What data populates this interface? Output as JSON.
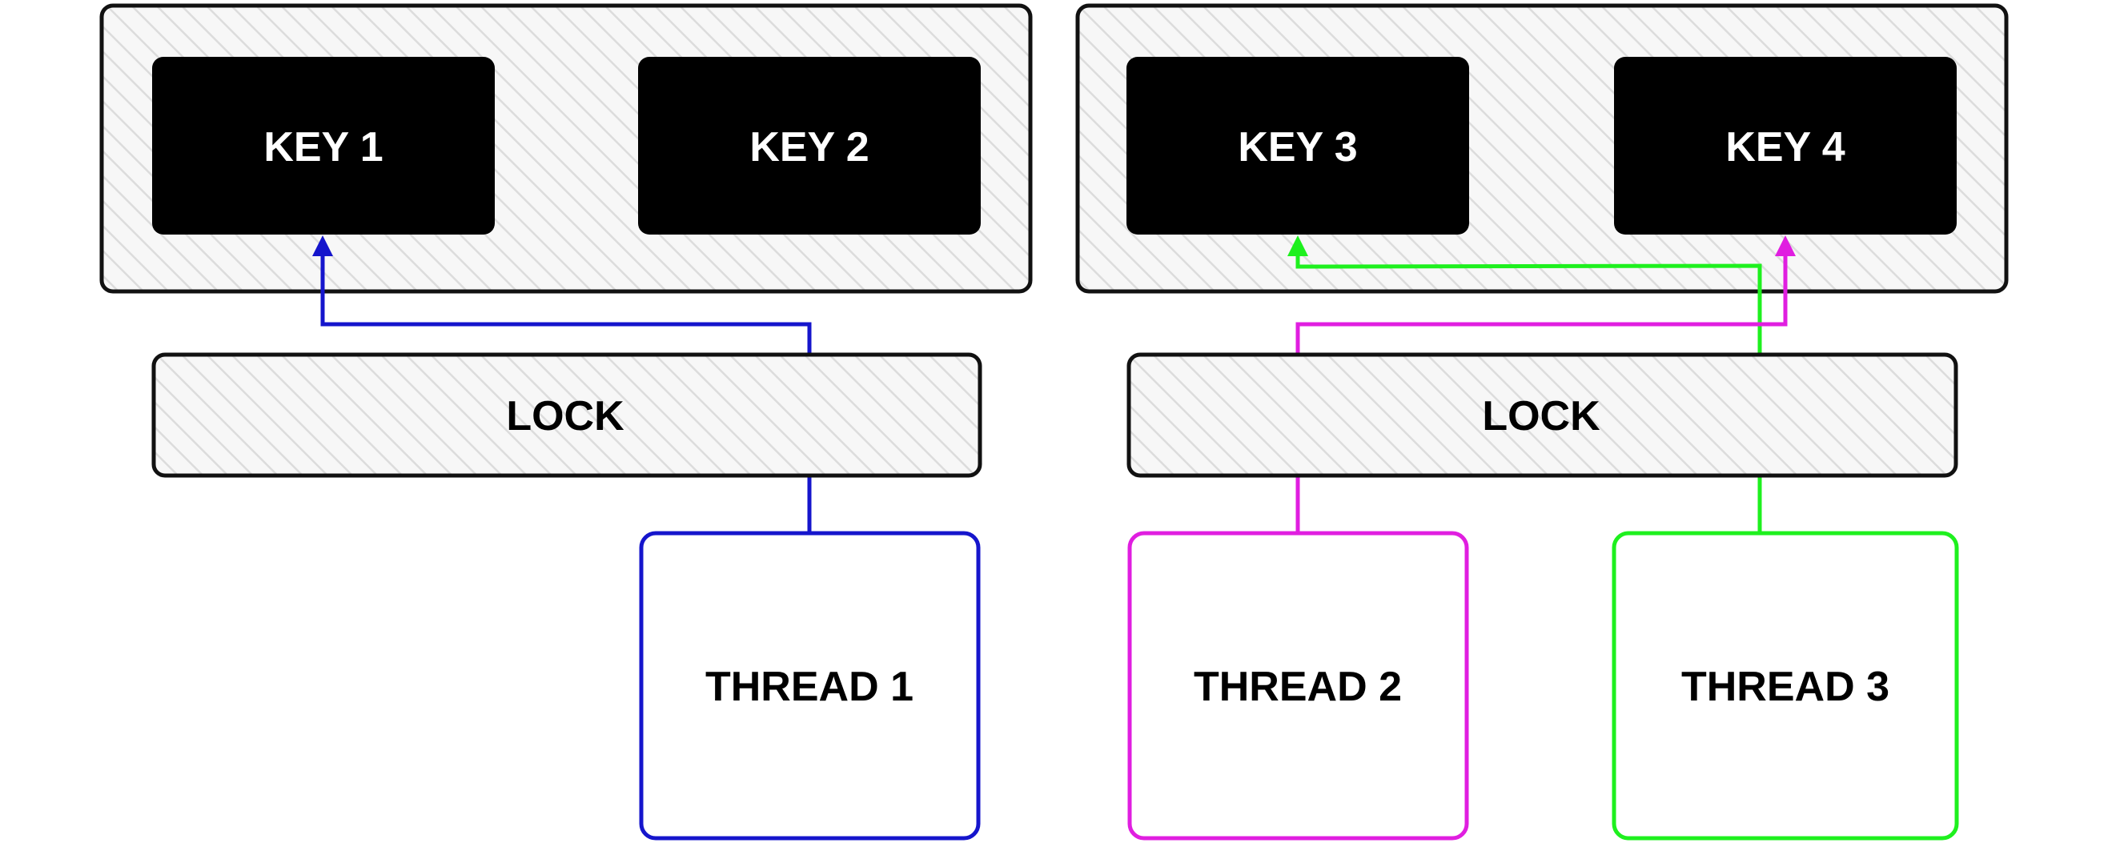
{
  "groups": [
    {
      "keys": [
        "KEY 1",
        "KEY 2"
      ],
      "lock_label": "LOCK",
      "threads": [
        {
          "label": "THREAD 1",
          "color": "#1515cc",
          "targets_key": "KEY 1"
        }
      ]
    },
    {
      "keys": [
        "KEY 3",
        "KEY 4"
      ],
      "lock_label": "LOCK",
      "threads": [
        {
          "label": "THREAD 2",
          "color": "#e01ee0",
          "targets_key": "KEY 4"
        },
        {
          "label": "THREAD 3",
          "color": "#1ef01e",
          "targets_key": "KEY 3"
        }
      ]
    }
  ],
  "colors": {
    "key_fill": "#000000",
    "key_text": "#ffffff",
    "container_border": "#111111",
    "hatch_line": "#dcdcdc",
    "hatch_background": "#f7f7f7"
  }
}
